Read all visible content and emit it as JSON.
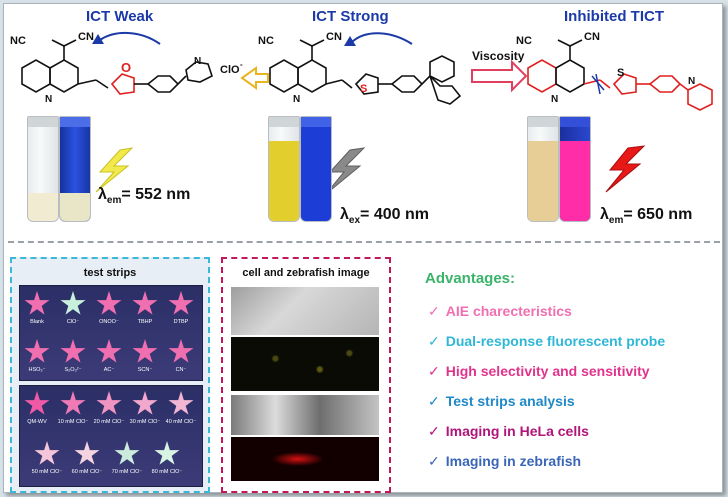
{
  "top": {
    "ict_weak": "ICT Weak",
    "ict_strong": "ICT Strong",
    "inhibited": "Inhibited TICT",
    "clo_label": "ClO",
    "clo_sup": "-",
    "viscosity_label": "Viscosity",
    "nc_cn": "NC",
    "cn": "CN",
    "s_atom": "S",
    "o_atom": "O",
    "n_atom": "N",
    "lambda_sym": "λ",
    "left_sub": "em",
    "left_value": "= 552 nm",
    "mid_sub": "ex",
    "mid_value": "= 400 nm",
    "right_sub": "em",
    "right_value": "= 650 nm"
  },
  "colors": {
    "blue_title": "#1b3aa8",
    "mol_red": "#e02020",
    "yellow_fill": "#e2cf2e",
    "blue_fill": "#1d3ed6",
    "pink_fill": "#ff2ea8",
    "tan_fill": "#e7cd96"
  },
  "strips": {
    "title": "test strips",
    "row1": [
      "Blank",
      "ClO⁻",
      "ONOO⁻",
      "TBHP",
      "DTBP"
    ],
    "row2": [
      "HSO₃⁻",
      "S₂O₃²⁻",
      "AC⁻",
      "SCN⁻",
      "CN⁻"
    ],
    "row3": [
      "QM-WV",
      "10 mM ClO⁻",
      "20 mM ClO⁻",
      "30 mM ClO⁻",
      "40 mM ClO⁻"
    ],
    "row4": [
      "50 mM ClO⁻",
      "60 mM ClO⁻",
      "70 mM ClO⁻",
      "80 mM ClO⁻"
    ]
  },
  "imaging": {
    "title": "cell and zebrafish image"
  },
  "advantages": {
    "title": "Advantages:",
    "items": [
      {
        "text": "AIE charecteristics",
        "color": "#f06fb0"
      },
      {
        "text": "Dual-response fluorescent probe",
        "color": "#2fb7d6"
      },
      {
        "text": "High selectivity and sensitivity",
        "color": "#e0338c"
      },
      {
        "text": "Test strips analysis",
        "color": "#1f88c8"
      },
      {
        "text": "Imaging in  HeLa cells",
        "color": "#b0157a"
      },
      {
        "text": "Imaging in zebrafish",
        "color": "#3a66b8"
      }
    ]
  }
}
